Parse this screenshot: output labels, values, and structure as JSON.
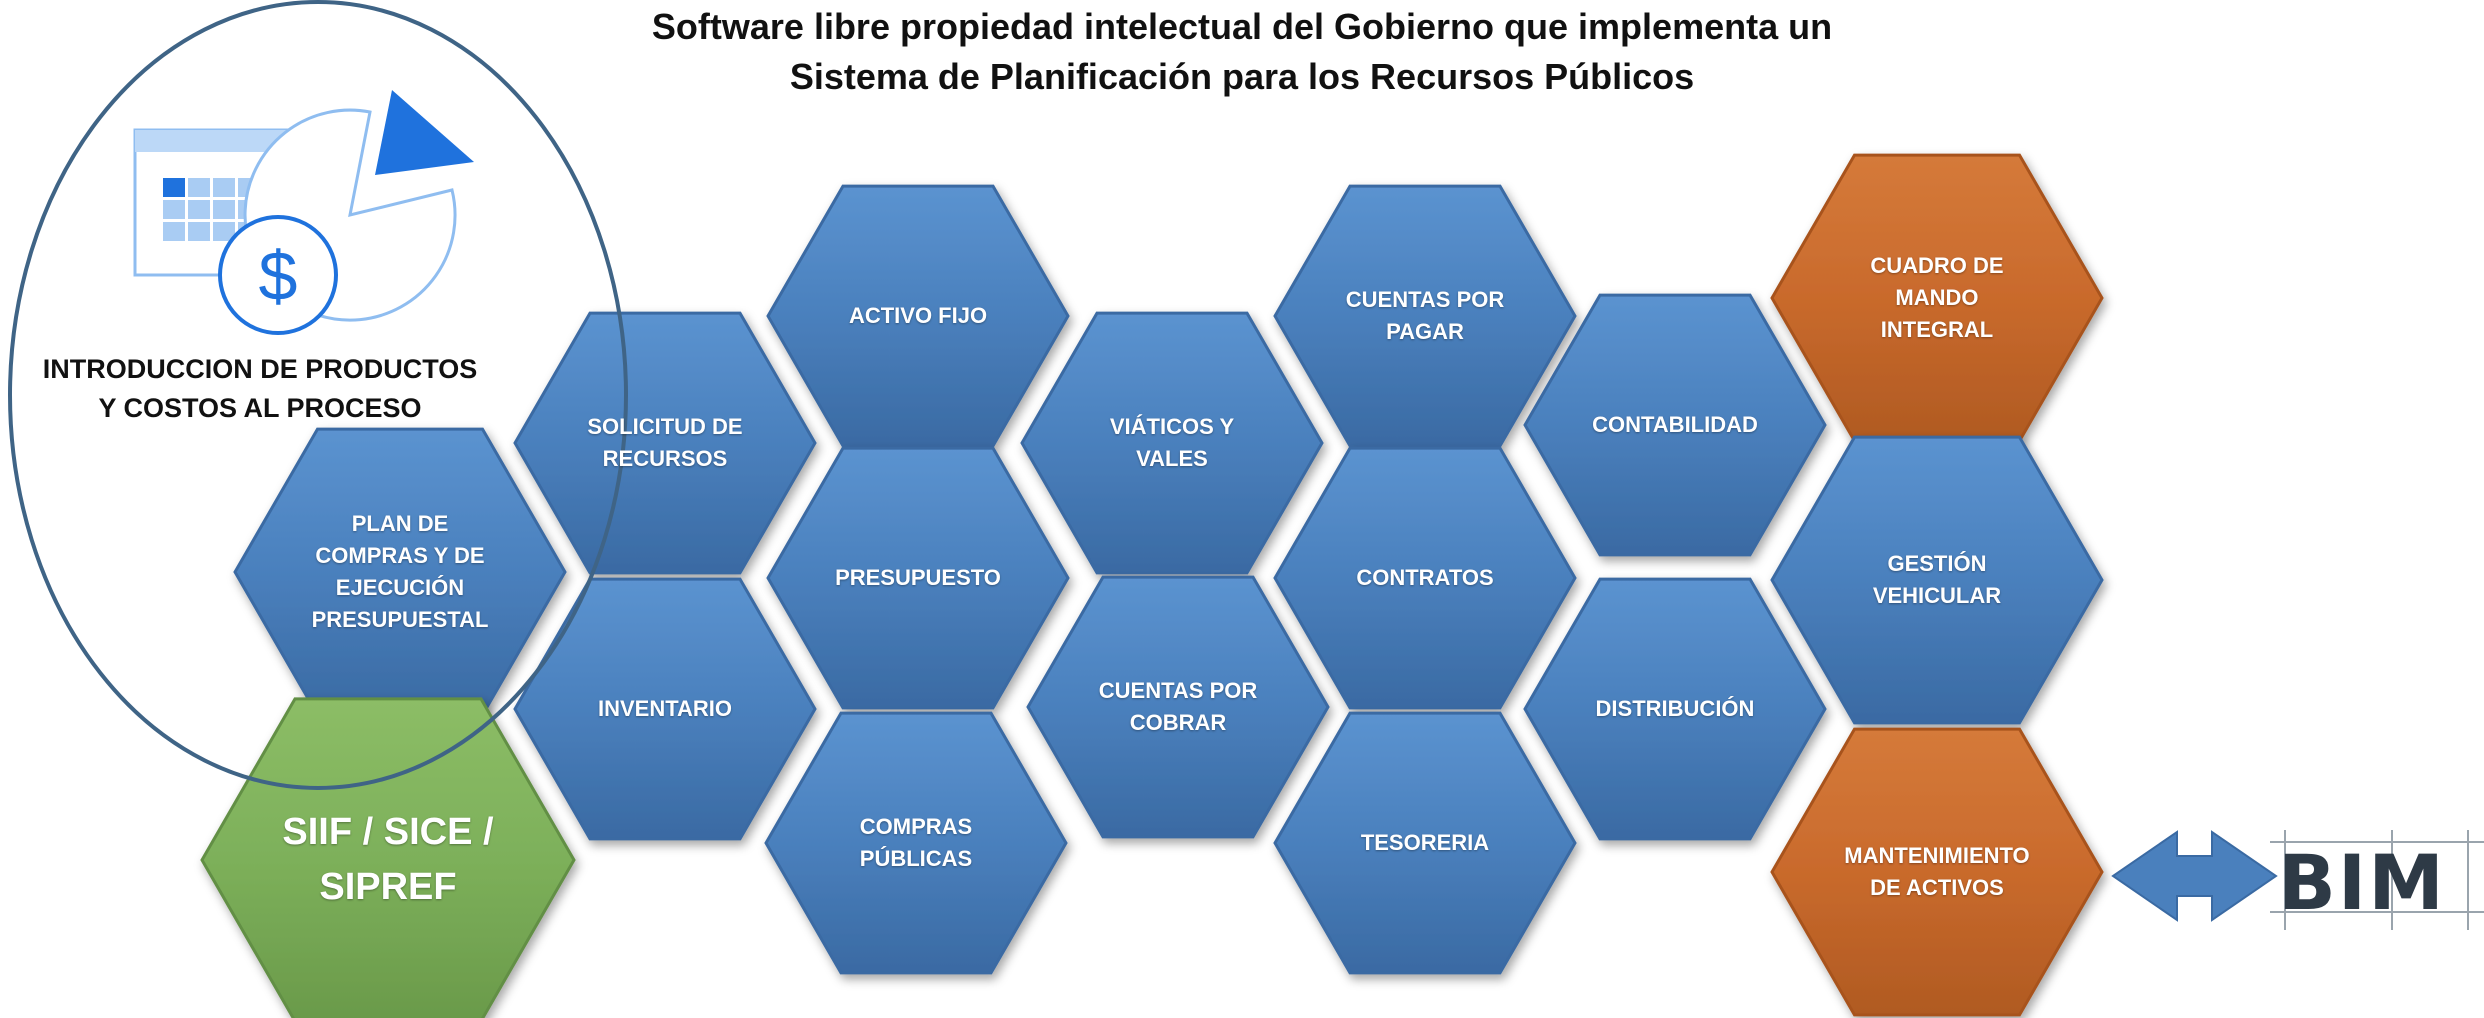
{
  "title": {
    "line1": "Software libre propiedad intelectual del Gobierno que implementa un",
    "line2": "Sistema de Planificación para los Recursos Públicos"
  },
  "intro": {
    "label": "INTRODUCCION DE PRODUCTOS\nY COSTOS AL PROCESO",
    "icon": "finance-chart-icon",
    "currency_symbol": "$"
  },
  "colors": {
    "blue": "#4a80bd",
    "orange": "#c96a2c",
    "green": "#7db05a",
    "circle": "#3f6486",
    "arrow": "#4a80bd",
    "icon_blue": "#1f72dd"
  },
  "modules": [
    {
      "id": "plan-compras",
      "label": "PLAN DE\nCOMPRAS Y  DE\nEJECUCIÓN\nPRESUPUESTAL",
      "color": "blue"
    },
    {
      "id": "siif-sice-sipref",
      "label": "SIIF / SICE /\nSIPREF",
      "color": "green"
    },
    {
      "id": "solicitud-recursos",
      "label": "SOLICITUD DE\nRECURSOS",
      "color": "blue"
    },
    {
      "id": "inventario",
      "label": "INVENTARIO",
      "color": "blue"
    },
    {
      "id": "activo-fijo",
      "label": "ACTIVO FIJO",
      "color": "blue"
    },
    {
      "id": "presupuesto",
      "label": "PRESUPUESTO",
      "color": "blue"
    },
    {
      "id": "compras-publicas",
      "label": "COMPRAS\nPÚBLICAS",
      "color": "blue"
    },
    {
      "id": "viaticos-vales",
      "label": "VIÁTICOS Y\nVALES",
      "color": "blue"
    },
    {
      "id": "cuentas-por-cobrar",
      "label": "CUENTAS POR\nCOBRAR",
      "color": "blue"
    },
    {
      "id": "cuentas-por-pagar",
      "label": "CUENTAS POR\nPAGAR",
      "color": "blue"
    },
    {
      "id": "contratos",
      "label": "CONTRATOS",
      "color": "blue"
    },
    {
      "id": "tesoreria",
      "label": "TESORERIA",
      "color": "blue"
    },
    {
      "id": "contabilidad",
      "label": "CONTABILIDAD",
      "color": "blue"
    },
    {
      "id": "distribucion",
      "label": "DISTRIBUCIÓN",
      "color": "blue"
    },
    {
      "id": "cuadro-mando-integral",
      "label": "CUADRO DE\nMANDO\nINTEGRAL",
      "color": "orange"
    },
    {
      "id": "gestion-vehicular",
      "label": "GESTIÓN\nVEHICULAR",
      "color": "blue"
    },
    {
      "id": "mantenimiento-activos",
      "label": "MANTENIMIENTO\nDE ACTIVOS",
      "color": "orange"
    }
  ],
  "bim": {
    "label": "BIM",
    "arrow": "double-arrow-icon"
  }
}
